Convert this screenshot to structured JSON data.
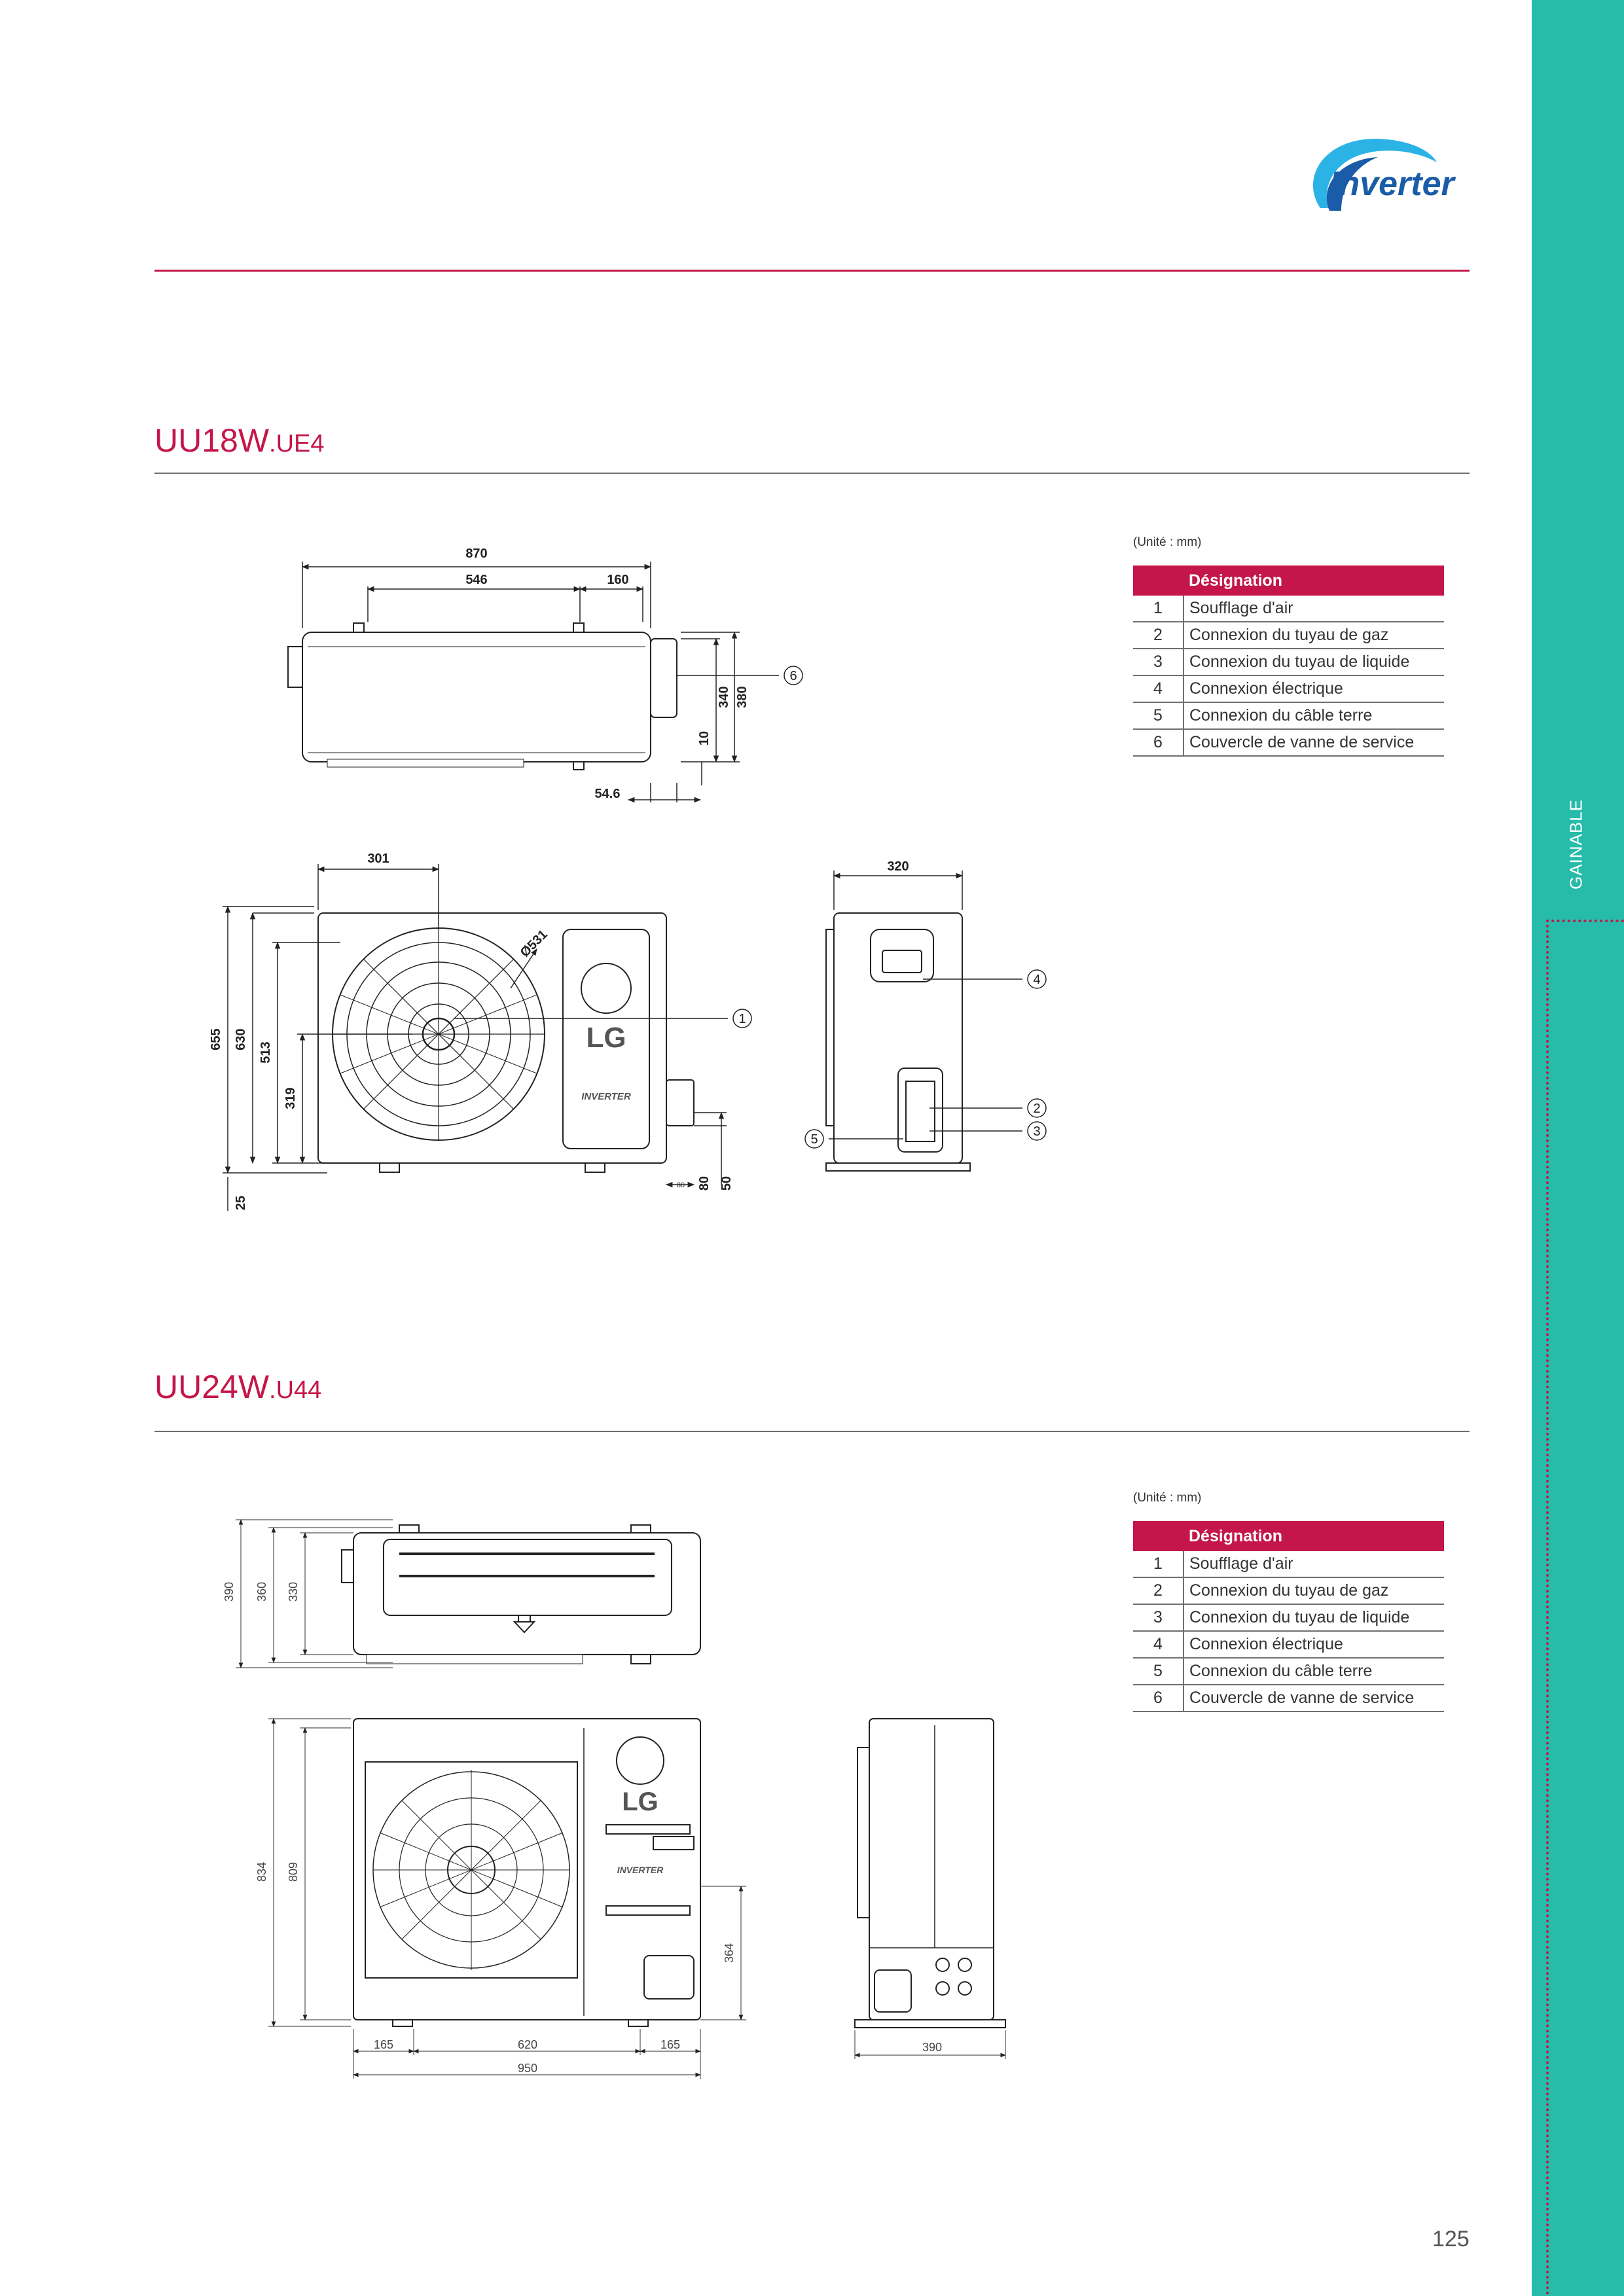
{
  "brand": {
    "logo_text": "Inverter"
  },
  "sidebar": {
    "label": "GAINABLE"
  },
  "sections": [
    {
      "model": "UU18W",
      "model_suffix": ".UE4",
      "unit_note": "(Unité : mm)",
      "table_header": "Désignation",
      "rows": [
        {
          "num": "1",
          "label": "Soufflage d'air"
        },
        {
          "num": "2",
          "label": "Connexion du tuyau de gaz"
        },
        {
          "num": "3",
          "label": "Connexion du tuyau de liquide"
        },
        {
          "num": "4",
          "label": "Connexion électrique"
        },
        {
          "num": "5",
          "label": "Connexion du câble terre"
        },
        {
          "num": "6",
          "label": "Couvercle de vanne de service"
        }
      ],
      "dimensions": {
        "top": [
          "870",
          "546",
          "160",
          "340",
          "380",
          "10",
          "54.6"
        ],
        "front": [
          "301",
          "Ø531",
          "655",
          "630",
          "513",
          "319",
          "25",
          "80",
          "80",
          "50"
        ],
        "side": [
          "320"
        ]
      },
      "callouts": [
        "1",
        "2",
        "3",
        "4",
        "5",
        "6"
      ],
      "unit_marks": [
        "LG",
        "INVERTER"
      ]
    },
    {
      "model": "UU24W",
      "model_suffix": ".U44",
      "unit_note": "(Unité : mm)",
      "table_header": "Désignation",
      "rows": [
        {
          "num": "1",
          "label": "Soufflage d'air"
        },
        {
          "num": "2",
          "label": "Connexion du tuyau de gaz"
        },
        {
          "num": "3",
          "label": "Connexion du tuyau de liquide"
        },
        {
          "num": "4",
          "label": "Connexion électrique"
        },
        {
          "num": "5",
          "label": "Connexion du câble terre"
        },
        {
          "num": "6",
          "label": "Couvercle de vanne de service"
        }
      ],
      "dimensions": {
        "top": [
          "390",
          "360",
          "330"
        ],
        "front": [
          "834",
          "809",
          "364",
          "165",
          "620",
          "165",
          "950"
        ],
        "side": [
          "390"
        ]
      },
      "unit_marks": [
        "LG",
        "INVERTER"
      ]
    }
  ],
  "page_number": "125",
  "colors": {
    "accent": "#c4164a",
    "band": "#27bcaa",
    "logo_blue": "#1a5ca8"
  }
}
